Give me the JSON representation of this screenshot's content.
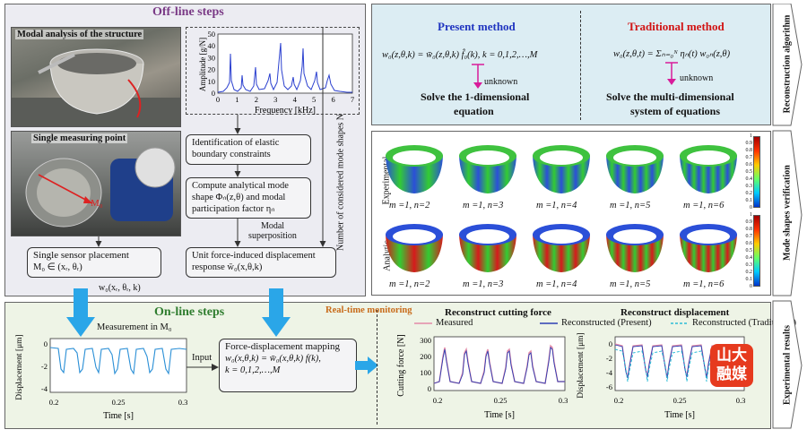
{
  "offline": {
    "title": "Off-line steps",
    "modal_label": "Modal analysis of the structure",
    "single_point_label": "Single measuring point",
    "m0_label": "M₀",
    "fft_ylabel": "Amplitude [g/N]",
    "fft_xlabel": "Frequency [kHz]",
    "fft_yticks": [
      "0",
      "10",
      "20",
      "30",
      "40",
      "50"
    ],
    "fft_xticks": [
      "0",
      "1",
      "2",
      "3",
      "4",
      "5",
      "6",
      "7"
    ],
    "box_identify": "Identification of elastic boundary constraints",
    "box_compute_1": "Compute analytical mode",
    "box_compute_2": "shape Φₙ(z,θ) and modal",
    "box_compute_3": "participation factor ηₙ",
    "modal_superposition": "Modal superposition",
    "number_modes": "Number of considered mode shapes N",
    "box_sensor_1": "Single sensor placement",
    "box_sensor_2": "M₀ ∈ (xᵣ, θᵣ)",
    "sensor_out": "w₀(xᵣ, θᵣ, k)",
    "box_unit_1": "Unit force-induced displacement",
    "box_unit_2": "response  w̄₀(x,θ,k)"
  },
  "recon": {
    "present_title": "Present method",
    "present_eq": "w₀(z,θ,k) = w̄₀(z,θ,k) f̂₀(k),  k = 0,1,2,…,M",
    "present_unknown": "unknown",
    "present_solve_1": "Solve the 1-dimensional",
    "present_solve_2": "equation",
    "trad_title": "Traditional method",
    "trad_eq": "w₀(z,θ,t) = Σₙ₌₀ᴺ ηₙ(t) w₀ₙ(z,θ)",
    "trad_unknown": "unknown",
    "trad_solve_1": "Solve the multi-dimensional",
    "trad_solve_2": "system of equations",
    "side_label": "Reconstruction algorithm"
  },
  "modes": {
    "row1_label": "Experimental",
    "row2_label": "Analytic",
    "captions": [
      "m =1, n=2",
      "m =1, n=3",
      "m =1, n=4",
      "m =1, n=5",
      "m =1, n=6"
    ],
    "colorbar_ticks": [
      "1",
      "0.9",
      "0.8",
      "0.7",
      "0.6",
      "0.5",
      "0.4",
      "0.3",
      "0.2",
      "0.1",
      "0"
    ],
    "side_label": "Mode shapes verification",
    "colors": {
      "high": "#d7191c",
      "mid": "#33cc33",
      "low": "#2b4fd8"
    }
  },
  "online": {
    "title": "On-line steps",
    "measure_label": "Measurement in M₀",
    "disp_ylabel": "Displacement [μm]",
    "disp_yticks": [
      "0",
      "-2",
      "-4"
    ],
    "time_ticks": [
      "0.2",
      "0.25",
      "0.3"
    ],
    "time_label": "Time [s]",
    "input_label": "Input",
    "box_map_1": "Force-displacement mapping",
    "box_map_2": "w₀(x,θ,k) = w̄₀(x,θ,k) f(k),",
    "box_map_3": "k = 0,1,2,…,M",
    "realtime": "Real-time monitoring",
    "force_title": "Reconstruct cutting force",
    "force_ylabel": "Cutting force [N]",
    "force_yticks": [
      "300",
      "200",
      "100",
      "0"
    ],
    "disp_title": "Reconstruct displacement",
    "disp2_yticks": [
      "0",
      "-2",
      "-4",
      "-6"
    ],
    "legend_measured": "Measured",
    "legend_present": "Reconstructed (Present)",
    "legend_trad": "Reconstructed (Traditional)",
    "side_label": "Experimental results",
    "watermark": "山大融媒"
  }
}
